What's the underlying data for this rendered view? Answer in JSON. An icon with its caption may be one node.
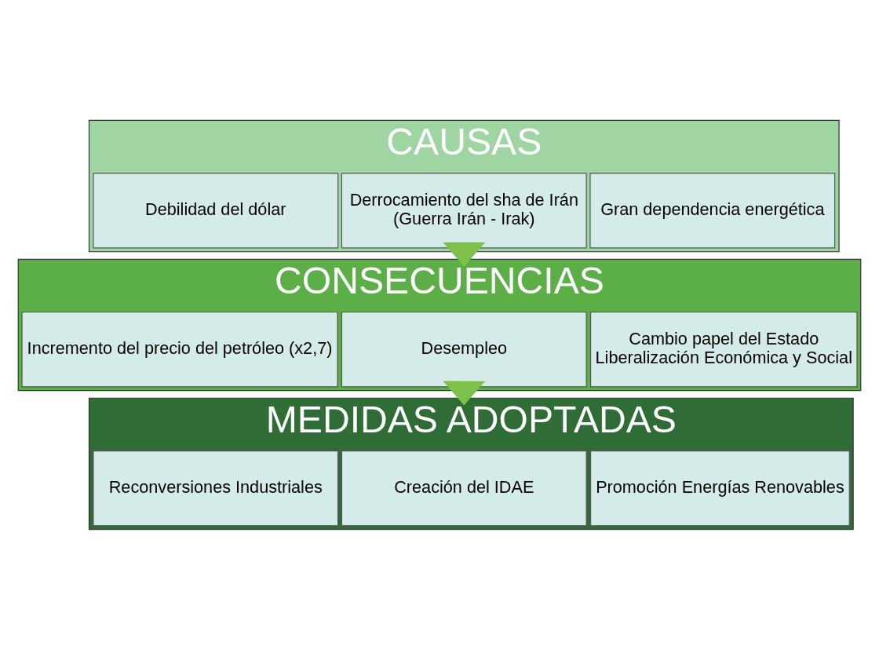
{
  "diagram": {
    "nodes": [
      {
        "text": [
          "CAUSAS"
        ]
      },
      {
        "text": [
          "Debilidad del dólar"
        ],
        "in": 0
      },
      {
        "text": [
          "Derrocamiento del sha de Irán",
          "(Guerra Irán - Irak)"
        ],
        "in": 0
      },
      {
        "text": [
          "Gran dependencia energética"
        ],
        "in": 0
      },
      {
        "text": [
          "CONSECUENCIAS"
        ]
      },
      {
        "text": [
          "Incremento del precio del petróleo (x2,7)"
        ],
        "in": 4
      },
      {
        "text": [
          "Desempleo"
        ],
        "in": 4
      },
      {
        "text": [
          "Cambio papel del Estado",
          "Liberalización Económica y Social"
        ],
        "in": 4
      },
      {
        "text": [
          "MEDIDAS ADOPTADAS"
        ]
      },
      {
        "text": [
          "Reconversiones Industriales"
        ],
        "in": 8
      },
      {
        "text": [
          "Creación del IDAE"
        ],
        "in": 8
      },
      {
        "text": [
          "Promoción Energías Renovables"
        ],
        "in": 8
      }
    ],
    "edges": [
      {
        "from": 0,
        "to": 4,
        "arrow": "to"
      },
      {
        "from": 4,
        "to": 8,
        "arrow": "to"
      }
    ]
  }
}
